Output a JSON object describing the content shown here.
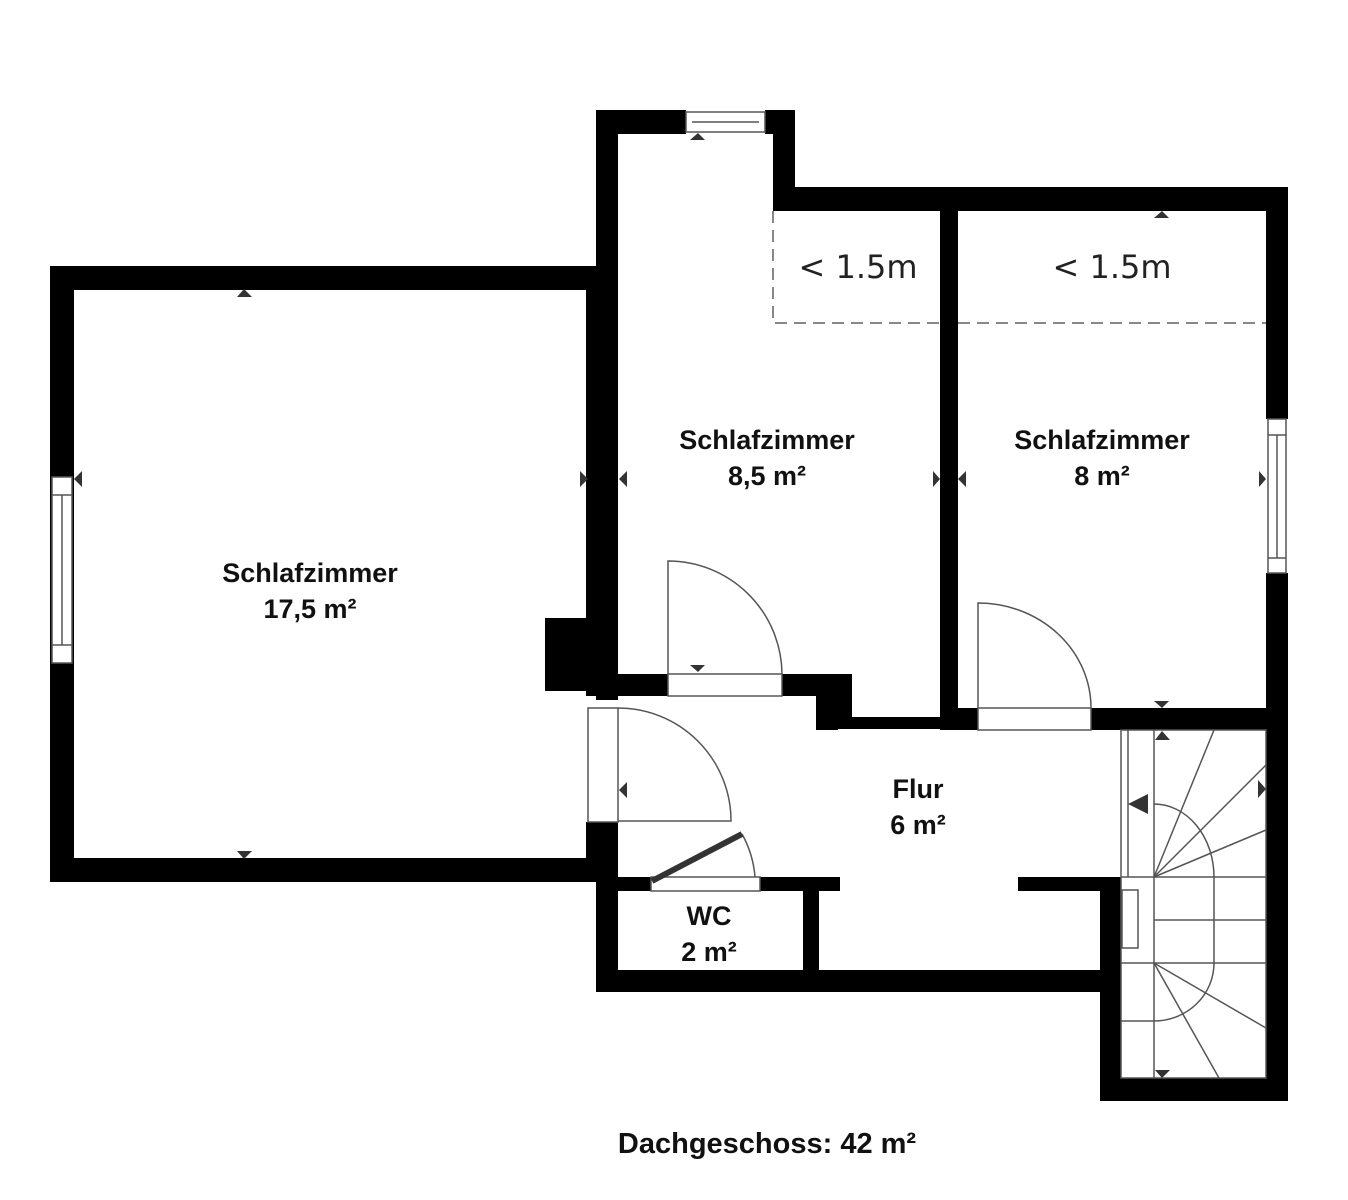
{
  "floor": {
    "title": "Dachgeschoss: 42 m²",
    "level": "Dachgeschoss",
    "total_area": "42 m²"
  },
  "rooms": [
    {
      "name": "Schlafzimmer",
      "area": "17,5 m²"
    },
    {
      "name": "Schlafzimmer",
      "area": "8,5 m²"
    },
    {
      "name": "Schlafzimmer",
      "area": "8 m²"
    },
    {
      "name": "Flur",
      "area": "6 m²"
    },
    {
      "name": "WC",
      "area": "2 m²"
    }
  ],
  "annotations": [
    {
      "text": "< 1.5m"
    },
    {
      "text": "< 1.5m"
    }
  ],
  "colors": {
    "wall": "#000000",
    "line": "#555555",
    "dash": "#888888",
    "background": "#ffffff"
  }
}
